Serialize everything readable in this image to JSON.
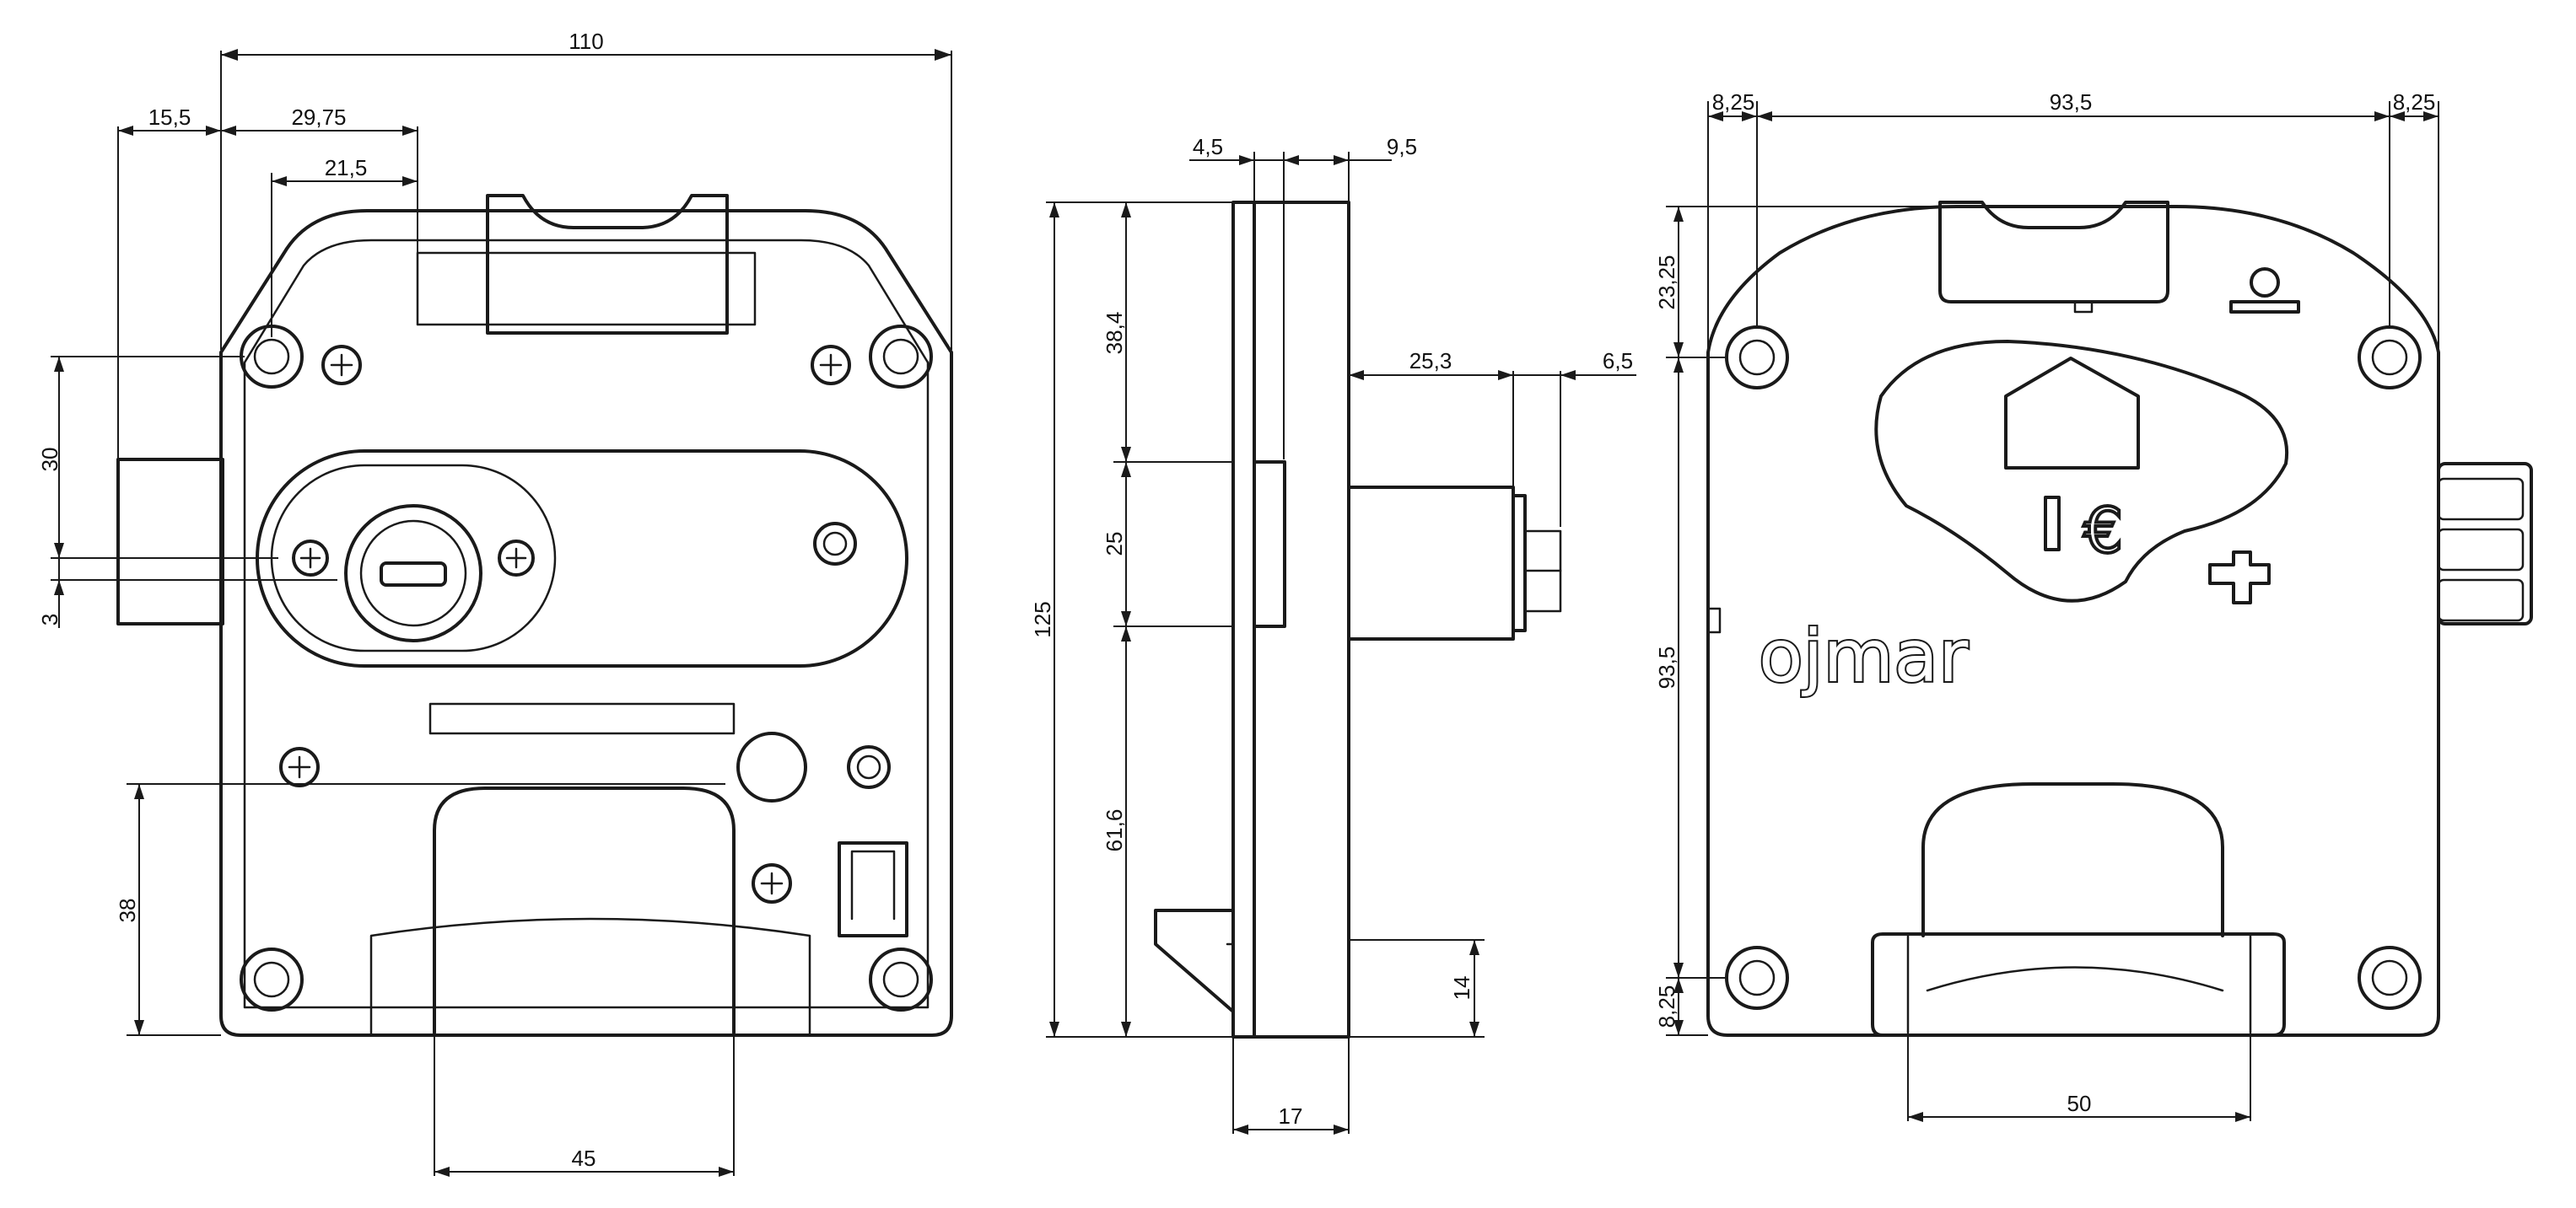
{
  "front_view": {
    "dim_overall_width": "110",
    "dim_bolt_offset": "15,5",
    "dim_cylinder_offset": "29,75",
    "dim_inner_offset": "21,5",
    "dim_bolt_height": "30",
    "dim_bolt_gap": "3",
    "dim_handle_height": "38",
    "dim_handle_width": "45"
  },
  "side_view": {
    "dim_plate_thickness": "4,5",
    "dim_body_offset": "9,5",
    "dim_bolt_projection": "25,3",
    "dim_bolt_tip": "6,5",
    "dim_top_segment": "38,4",
    "dim_bolt_segment": "25",
    "dim_lower_segment": "61,6",
    "dim_total_height": "125",
    "dim_hook_height": "14",
    "dim_depth": "17"
  },
  "back_view": {
    "dim_hole_offset_left": "8,25",
    "dim_hole_spacing": "93,5",
    "dim_hole_offset_right": "8,25",
    "dim_top_hole": "23,25",
    "dim_vertical_hole_spacing": "93,5",
    "dim_bottom_hole": "8,25",
    "dim_handle_width": "50",
    "brand_logo": "ojmar",
    "coin_label": "€"
  }
}
